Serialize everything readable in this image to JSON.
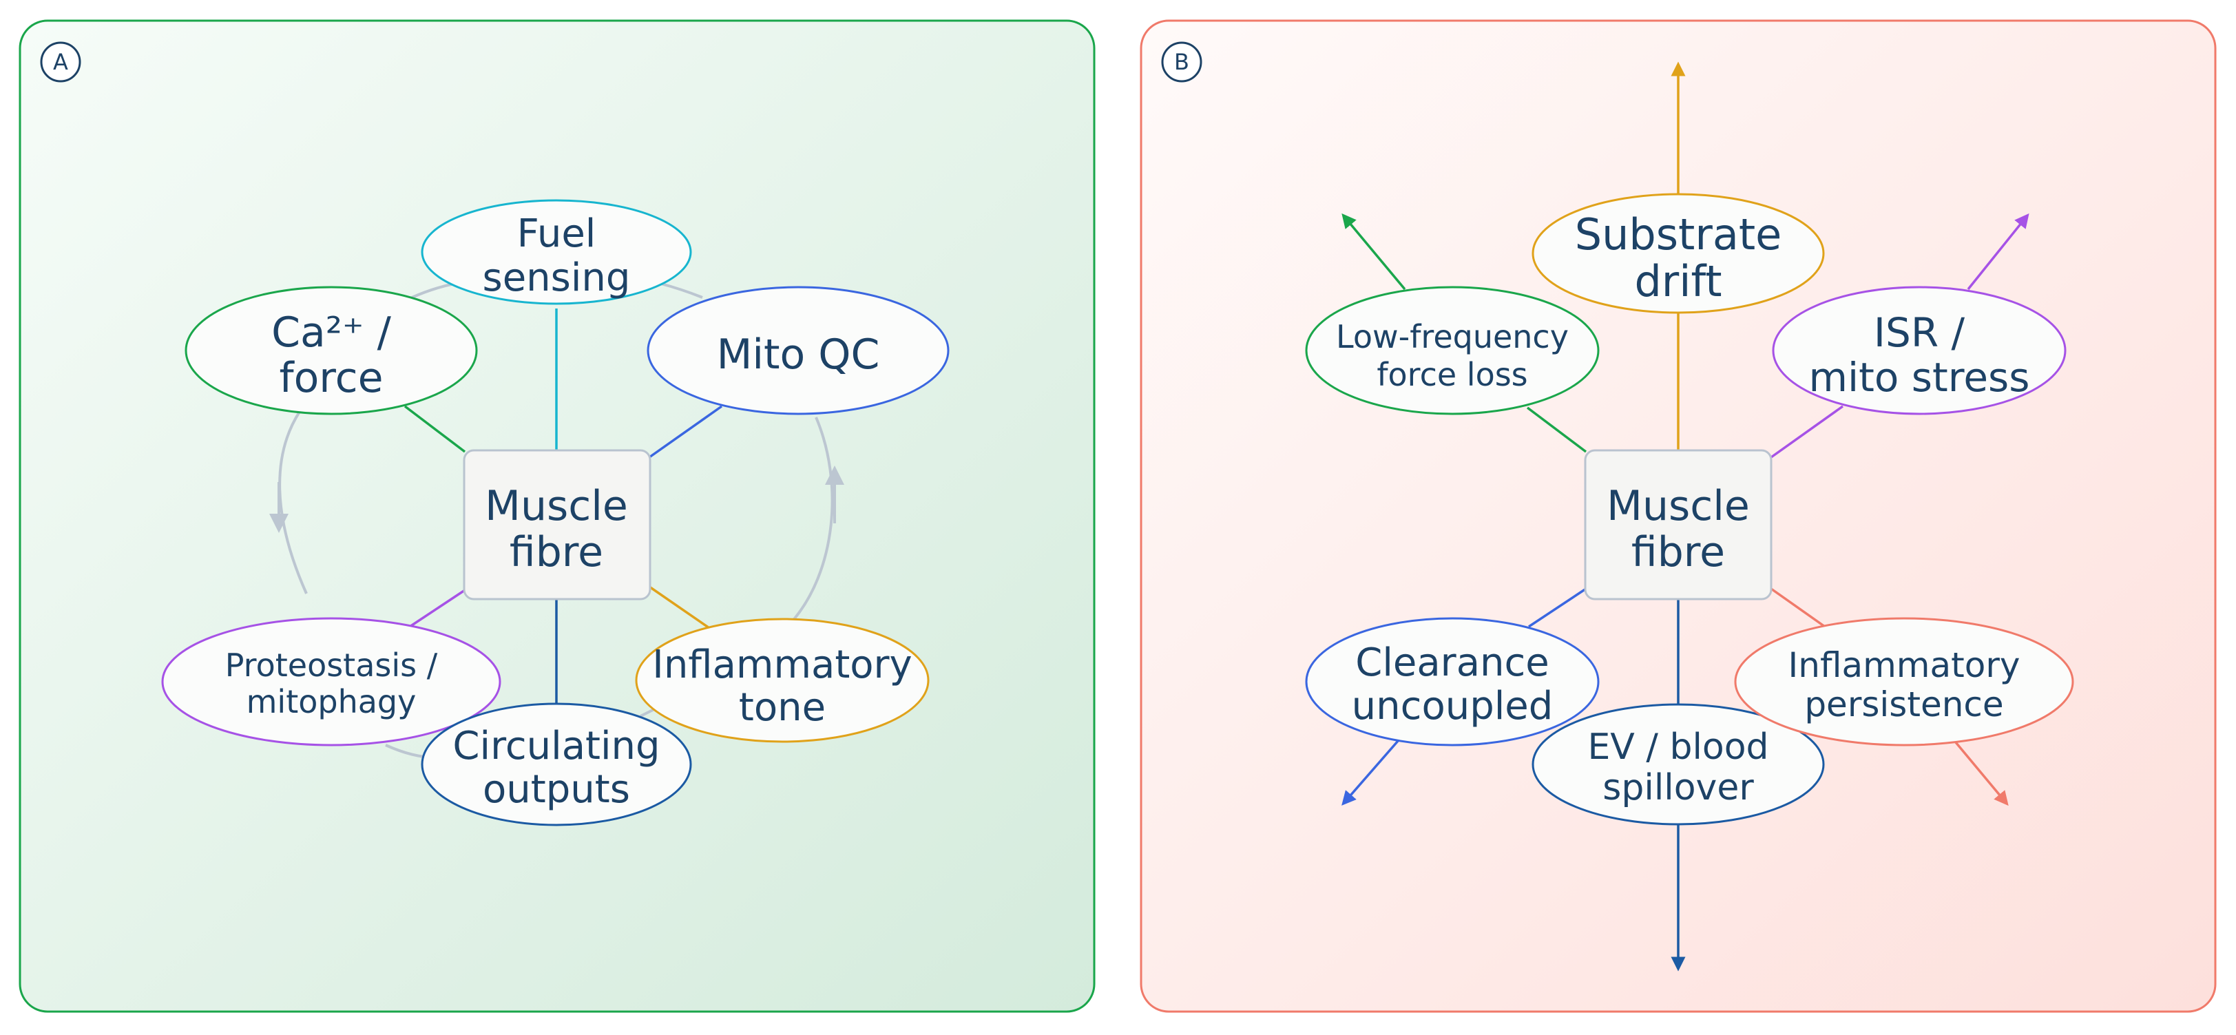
{
  "colors": {
    "text": "#1d4266",
    "panel_a_border": "#1aa64b",
    "panel_b_border": "#f07a6a",
    "green": "#1aa64b",
    "cyan": "#17b5cf",
    "blue": "#3a66e0",
    "purple": "#a652e6",
    "orange": "#e0a21a",
    "navy": "#1b5aa3",
    "salmon": "#f07a6a",
    "loop_gray": "#bcc6d1"
  },
  "panel_a": {
    "badge": "A",
    "center_lines": [
      "Muscle",
      "fibre"
    ],
    "nodes": {
      "fuel": [
        "Fuel",
        "sensing"
      ],
      "calcium": [
        "Ca²⁺ /",
        "force"
      ],
      "mito": [
        "Mito QC"
      ],
      "proteostasis": [
        "Proteostasis /",
        "mitophagy"
      ],
      "inflammatory": [
        "Inflammatory",
        "tone"
      ],
      "circulating": [
        "Circulating",
        "outputs"
      ]
    }
  },
  "panel_b": {
    "badge": "B",
    "center_lines": [
      "Muscle",
      "fibre"
    ],
    "nodes": {
      "substrate": [
        "Substrate",
        "drift"
      ],
      "lowfreq": [
        "Low-frequency",
        "force loss"
      ],
      "isr": [
        "ISR /",
        "mito stress"
      ],
      "clearance": [
        "Clearance",
        "uncoupled"
      ],
      "ev": [
        "EV / blood",
        "spillover"
      ],
      "inflammatory": [
        "Inflammatory",
        "persistence"
      ]
    }
  }
}
